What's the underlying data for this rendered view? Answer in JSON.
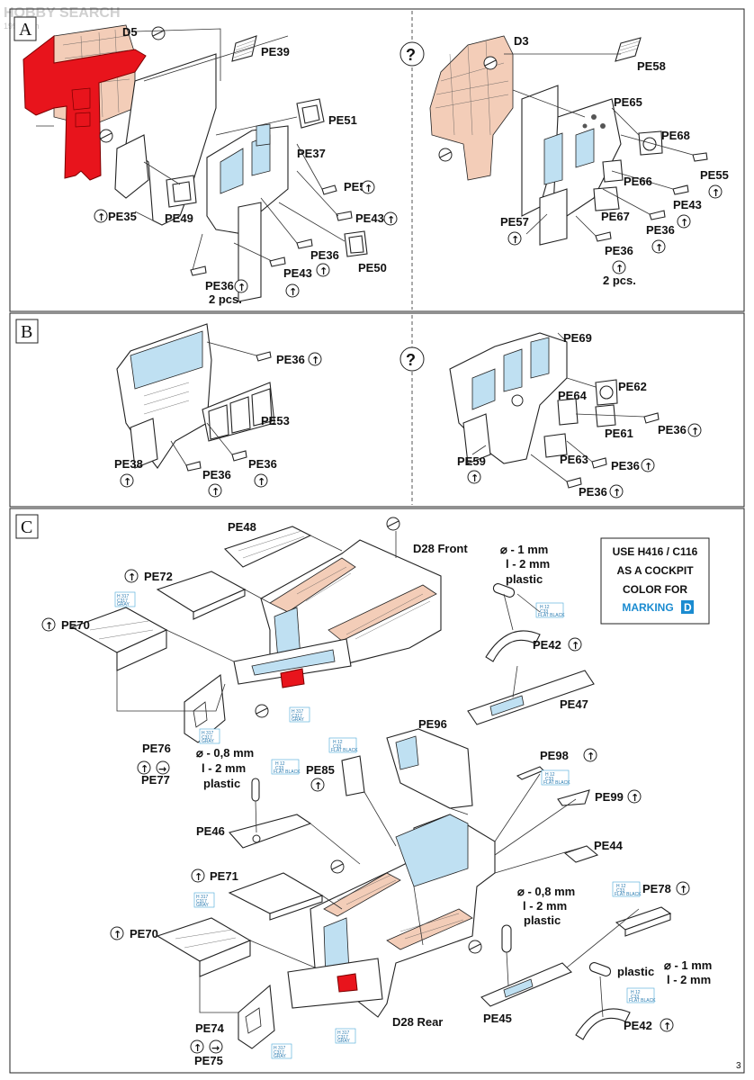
{
  "watermark": "HOBBY SEARCH",
  "watermark_sub": "1999.com",
  "page_number": "3",
  "sections": [
    {
      "id": "A",
      "label": "A"
    },
    {
      "id": "B",
      "label": "B"
    },
    {
      "id": "C",
      "label": "C"
    }
  ],
  "note": {
    "lines": [
      "USE H416 / C116",
      "AS A COCKPIT",
      "COLOR FOR"
    ],
    "marking_word": "MARKING",
    "marking_letter": "D",
    "accent_color": "#1a8bd0"
  },
  "question_mark": "?",
  "install_symbol": "↑",
  "bend_symbol": "→",
  "labels": {
    "a_left": {
      "D5": "D5",
      "PE39": "PE39",
      "PE51": "PE51",
      "PE37": "PE37",
      "PE55": "PE55",
      "PE43a": "PE43",
      "PE35": "PE35",
      "PE49": "PE49",
      "PE36a": "PE36",
      "PE50": "PE50",
      "PE43b": "PE43",
      "PE36b": "PE36",
      "pcs": "2 pcs."
    },
    "a_right": {
      "D3": "D3",
      "PE58": "PE58",
      "PE65": "PE65",
      "PE68": "PE68",
      "PE55": "PE55",
      "PE66": "PE66",
      "PE43": "PE43",
      "PE67": "PE67",
      "PE57": "PE57",
      "PE36a": "PE36",
      "PE36b": "PE36",
      "pcs": "2 pcs."
    },
    "b_left": {
      "PE36a": "PE36",
      "PE53": "PE53",
      "PE38": "PE38",
      "PE36b": "PE36",
      "PE36c": "PE36"
    },
    "b_right": {
      "PE69": "PE69",
      "PE62": "PE62",
      "PE64": "PE64",
      "PE61": "PE61",
      "PE36a": "PE36",
      "PE59": "PE59",
      "PE63": "PE63",
      "PE36b": "PE36",
      "PE36c": "PE36"
    },
    "c_top": {
      "PE48": "PE48",
      "D28": "D28 Front",
      "PE72": "PE72",
      "PE70": "PE70",
      "PE76": "PE76",
      "PE77": "PE77",
      "PE42": "PE42",
      "PE47": "PE47",
      "dia": "⌀ - 1 mm",
      "len": "l - 2 mm",
      "mat": "plastic"
    },
    "c_bottom": {
      "PE96": "PE96",
      "PE98": "PE98",
      "PE85": "PE85",
      "PE99": "PE99",
      "PE46": "PE46",
      "PE44": "PE44",
      "PE71": "PE71",
      "PE70": "PE70",
      "PE78": "PE78",
      "PE45": "PE45",
      "PE42": "PE42",
      "PE74": "PE74",
      "PE75": "PE75",
      "D28": "D28 Rear",
      "dia1": "⌀ - 0,8 mm",
      "len1": "l - 2 mm",
      "mat1": "plastic",
      "dia2": "⌀ - 0,8 mm",
      "len2": "l - 2 mm",
      "mat2": "plastic",
      "mat3": "plastic",
      "dia3": "⌀ - 1 mm",
      "len3": "l - 2 mm"
    }
  },
  "color_tags": {
    "gray": {
      "h": "H 317",
      "c": "C317",
      "name": "GRAY"
    },
    "black": {
      "h": "H 12",
      "c": "C33",
      "name": "FLAT BLACK"
    }
  },
  "colors": {
    "highlight_red": "#e8141c",
    "pink": "#f3cdb8",
    "blue": "#bfe0f2"
  }
}
